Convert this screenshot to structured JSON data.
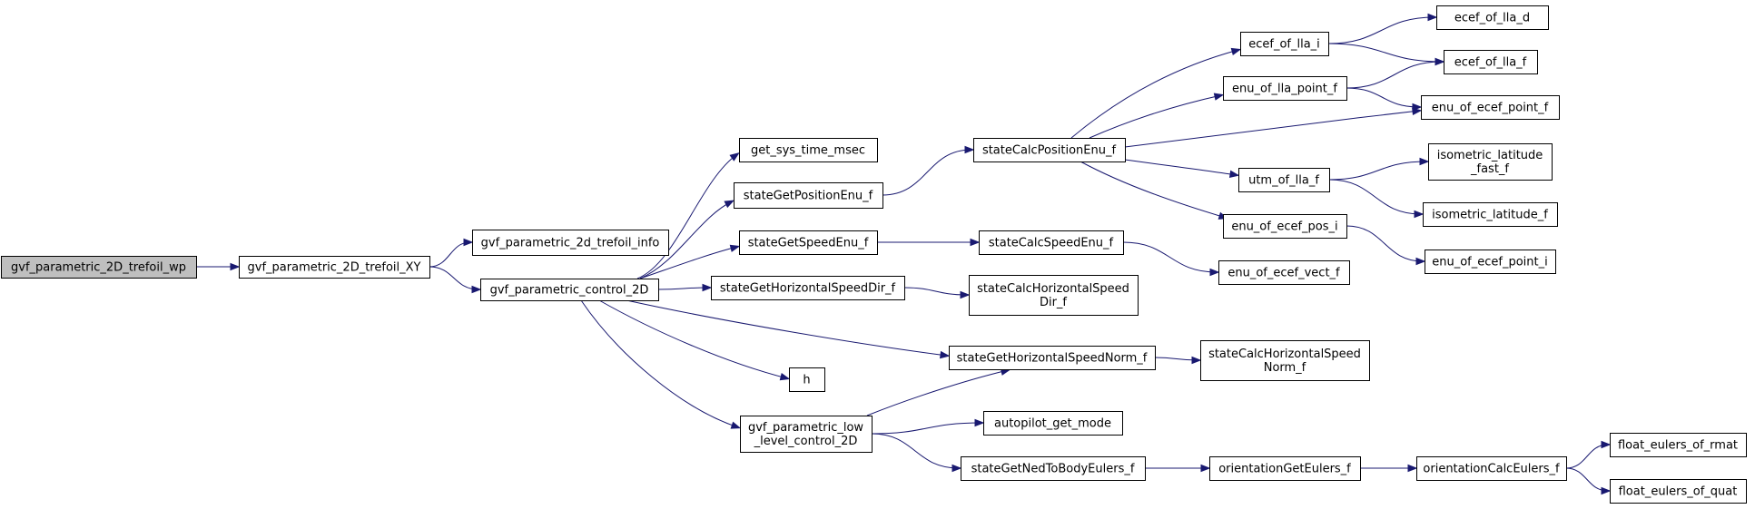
{
  "nodes": [
    {
      "id": "gvf_trefoil_wp",
      "lines": [
        "gvf_parametric_2D_trefoil_wp"
      ],
      "root": true
    },
    {
      "id": "gvf_trefoil_XY",
      "lines": [
        "gvf_parametric_2D_trefoil_XY"
      ]
    },
    {
      "id": "gvf_trefoil_info",
      "lines": [
        "gvf_parametric_2d_trefoil_info"
      ]
    },
    {
      "id": "gvf_control_2D",
      "lines": [
        "gvf_parametric_control_2D"
      ]
    },
    {
      "id": "get_sys_time_msec",
      "lines": [
        "get_sys_time_msec"
      ]
    },
    {
      "id": "stateGetPositionEnu_f",
      "lines": [
        "stateGetPositionEnu_f"
      ]
    },
    {
      "id": "stateGetSpeedEnu_f",
      "lines": [
        "stateGetSpeedEnu_f"
      ]
    },
    {
      "id": "stateGetHorizontalSpeedDir_f",
      "lines": [
        "stateGetHorizontalSpeedDir_f"
      ]
    },
    {
      "id": "h",
      "lines": [
        "h"
      ]
    },
    {
      "id": "gvf_low_level",
      "lines": [
        "gvf_parametric_low",
        "_level_control_2D"
      ]
    },
    {
      "id": "stateCalcPositionEnu_f",
      "lines": [
        "stateCalcPositionEnu_f"
      ]
    },
    {
      "id": "stateCalcSpeedEnu_f",
      "lines": [
        "stateCalcSpeedEnu_f"
      ]
    },
    {
      "id": "stateCalcHorizontalSpeedDir_f",
      "lines": [
        "stateCalcHorizontalSpeed",
        "Dir_f"
      ]
    },
    {
      "id": "stateGetHorizontalSpeedNorm_f",
      "lines": [
        "stateGetHorizontalSpeedNorm_f"
      ]
    },
    {
      "id": "autopilot_get_mode",
      "lines": [
        "autopilot_get_mode"
      ]
    },
    {
      "id": "stateGetNedToBodyEulers_f",
      "lines": [
        "stateGetNedToBodyEulers_f"
      ]
    },
    {
      "id": "ecef_of_lla_i",
      "lines": [
        "ecef_of_lla_i"
      ]
    },
    {
      "id": "enu_of_lla_point_f",
      "lines": [
        "enu_of_lla_point_f"
      ]
    },
    {
      "id": "utm_of_lla_f",
      "lines": [
        "utm_of_lla_f"
      ]
    },
    {
      "id": "enu_of_ecef_pos_i",
      "lines": [
        "enu_of_ecef_pos_i"
      ]
    },
    {
      "id": "enu_of_ecef_vect_f",
      "lines": [
        "enu_of_ecef_vect_f"
      ]
    },
    {
      "id": "stateCalcHorizontalSpeedNorm_f",
      "lines": [
        "stateCalcHorizontalSpeed",
        "Norm_f"
      ]
    },
    {
      "id": "orientationGetEulers_f",
      "lines": [
        "orientationGetEulers_f"
      ]
    },
    {
      "id": "orientationCalcEulers_f",
      "lines": [
        "orientationCalcEulers_f"
      ]
    },
    {
      "id": "ecef_of_lla_d",
      "lines": [
        "ecef_of_lla_d"
      ]
    },
    {
      "id": "ecef_of_lla_f",
      "lines": [
        "ecef_of_lla_f"
      ]
    },
    {
      "id": "enu_of_ecef_point_f",
      "lines": [
        "enu_of_ecef_point_f"
      ]
    },
    {
      "id": "isometric_latitude_fast_f",
      "lines": [
        "isometric_latitude",
        "_fast_f"
      ]
    },
    {
      "id": "isometric_latitude_f",
      "lines": [
        "isometric_latitude_f"
      ]
    },
    {
      "id": "enu_of_ecef_point_i",
      "lines": [
        "enu_of_ecef_point_i"
      ]
    },
    {
      "id": "float_eulers_of_rmat",
      "lines": [
        "float_eulers_of_rmat"
      ]
    },
    {
      "id": "float_eulers_of_quat",
      "lines": [
        "float_eulers_of_quat"
      ]
    }
  ],
  "edges": [
    [
      "gvf_trefoil_wp",
      "gvf_trefoil_XY"
    ],
    [
      "gvf_trefoil_XY",
      "gvf_trefoil_info"
    ],
    [
      "gvf_trefoil_XY",
      "gvf_control_2D"
    ],
    [
      "gvf_control_2D",
      "get_sys_time_msec"
    ],
    [
      "gvf_control_2D",
      "stateGetPositionEnu_f"
    ],
    [
      "gvf_control_2D",
      "stateGetSpeedEnu_f"
    ],
    [
      "gvf_control_2D",
      "stateGetHorizontalSpeedDir_f"
    ],
    [
      "gvf_control_2D",
      "stateGetHorizontalSpeedNorm_f"
    ],
    [
      "gvf_control_2D",
      "h"
    ],
    [
      "gvf_control_2D",
      "gvf_low_level"
    ],
    [
      "stateGetPositionEnu_f",
      "stateCalcPositionEnu_f"
    ],
    [
      "stateGetSpeedEnu_f",
      "stateCalcSpeedEnu_f"
    ],
    [
      "stateGetHorizontalSpeedDir_f",
      "stateCalcHorizontalSpeedDir_f"
    ],
    [
      "gvf_low_level",
      "stateGetHorizontalSpeedNorm_f"
    ],
    [
      "gvf_low_level",
      "autopilot_get_mode"
    ],
    [
      "gvf_low_level",
      "stateGetNedToBodyEulers_f"
    ],
    [
      "stateCalcPositionEnu_f",
      "ecef_of_lla_i"
    ],
    [
      "stateCalcPositionEnu_f",
      "enu_of_lla_point_f"
    ],
    [
      "stateCalcPositionEnu_f",
      "enu_of_ecef_point_f"
    ],
    [
      "stateCalcPositionEnu_f",
      "utm_of_lla_f"
    ],
    [
      "stateCalcPositionEnu_f",
      "enu_of_ecef_pos_i"
    ],
    [
      "stateCalcSpeedEnu_f",
      "enu_of_ecef_vect_f"
    ],
    [
      "stateGetHorizontalSpeedNorm_f",
      "stateCalcHorizontalSpeedNorm_f"
    ],
    [
      "stateGetNedToBodyEulers_f",
      "orientationGetEulers_f"
    ],
    [
      "orientationGetEulers_f",
      "orientationCalcEulers_f"
    ],
    [
      "ecef_of_lla_i",
      "ecef_of_lla_d"
    ],
    [
      "ecef_of_lla_i",
      "ecef_of_lla_f"
    ],
    [
      "enu_of_lla_point_f",
      "ecef_of_lla_f"
    ],
    [
      "enu_of_lla_point_f",
      "enu_of_ecef_point_f"
    ],
    [
      "utm_of_lla_f",
      "isometric_latitude_fast_f"
    ],
    [
      "utm_of_lla_f",
      "isometric_latitude_f"
    ],
    [
      "enu_of_ecef_pos_i",
      "enu_of_ecef_point_i"
    ],
    [
      "orientationCalcEulers_f",
      "float_eulers_of_rmat"
    ],
    [
      "orientationCalcEulers_f",
      "float_eulers_of_quat"
    ]
  ]
}
